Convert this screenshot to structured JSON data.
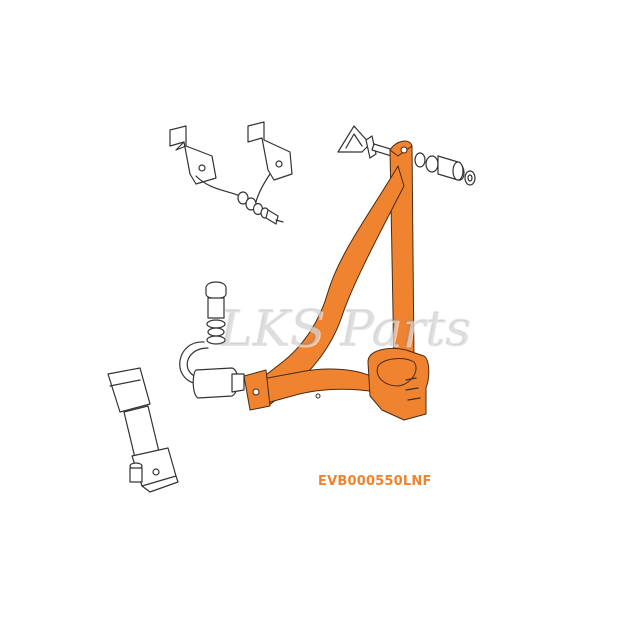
{
  "diagram": {
    "part_code": "EVB000550LNF",
    "watermark": "LKS Parts",
    "colors": {
      "belt": "#F0832F",
      "part_code": "#F0832F",
      "outline": "#333333",
      "background": "#FFFFFF"
    },
    "parts": [
      "upper-bracket-left",
      "upper-bracket-right",
      "bolt-washer-set",
      "d-ring-guide",
      "shoulder-bolt-spacer-set",
      "retractor-belt-assembly",
      "buckle-tongue",
      "anchor-bolt-stack",
      "seat-belt-buckle"
    ]
  }
}
